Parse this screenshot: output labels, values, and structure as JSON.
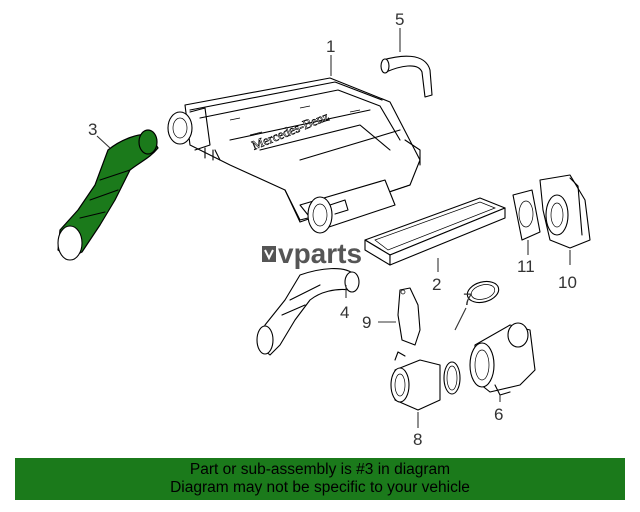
{
  "watermark": {
    "text": "vparts"
  },
  "callouts": {
    "c1": "1",
    "c2": "2",
    "c3": "3",
    "c4": "4",
    "c5": "5",
    "c6": "6",
    "c7": "7",
    "c8": "8",
    "c9": "9",
    "c10": "10",
    "c11": "11"
  },
  "embossed_text": "Mercedes-Benz",
  "banner": {
    "line1": "Part or sub-assembly is #3 in diagram",
    "line2": "Diagram may not be specific to your vehicle",
    "background_color": "#1b7a1b"
  },
  "highlight_color": "#1b7a1b"
}
